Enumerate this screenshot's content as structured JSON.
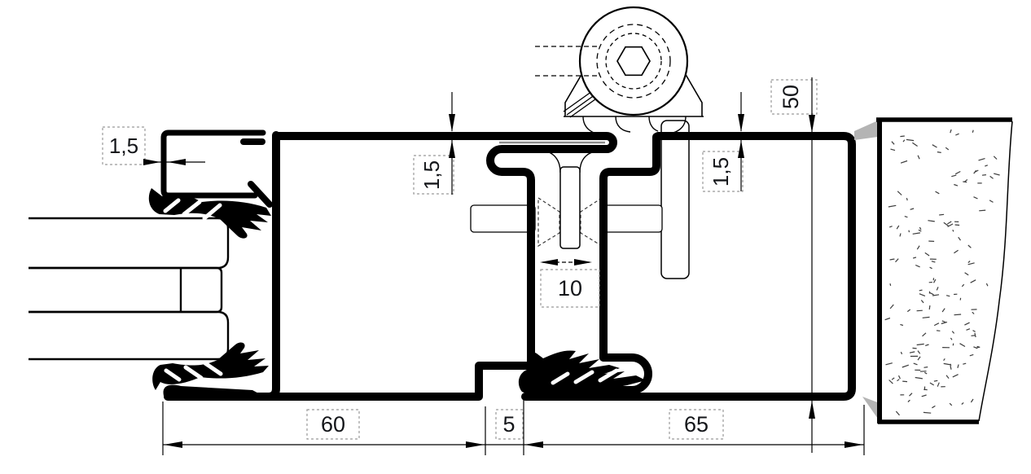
{
  "labels": {
    "thickness_left": "1,5",
    "thickness_middle": "1,5",
    "thickness_right": "1,5",
    "frame_depth": "50",
    "hinge_gap": "10",
    "frame_width": "60",
    "gap_width": "5",
    "extension_width": "65"
  },
  "colors": {
    "line": "#000000",
    "dimension_text": "#14161a",
    "label_box": "#999999",
    "shadow": "#b4b4b4",
    "wall_speckle": "#3c3c3c",
    "slot_highlight": "#8a8a8a"
  }
}
